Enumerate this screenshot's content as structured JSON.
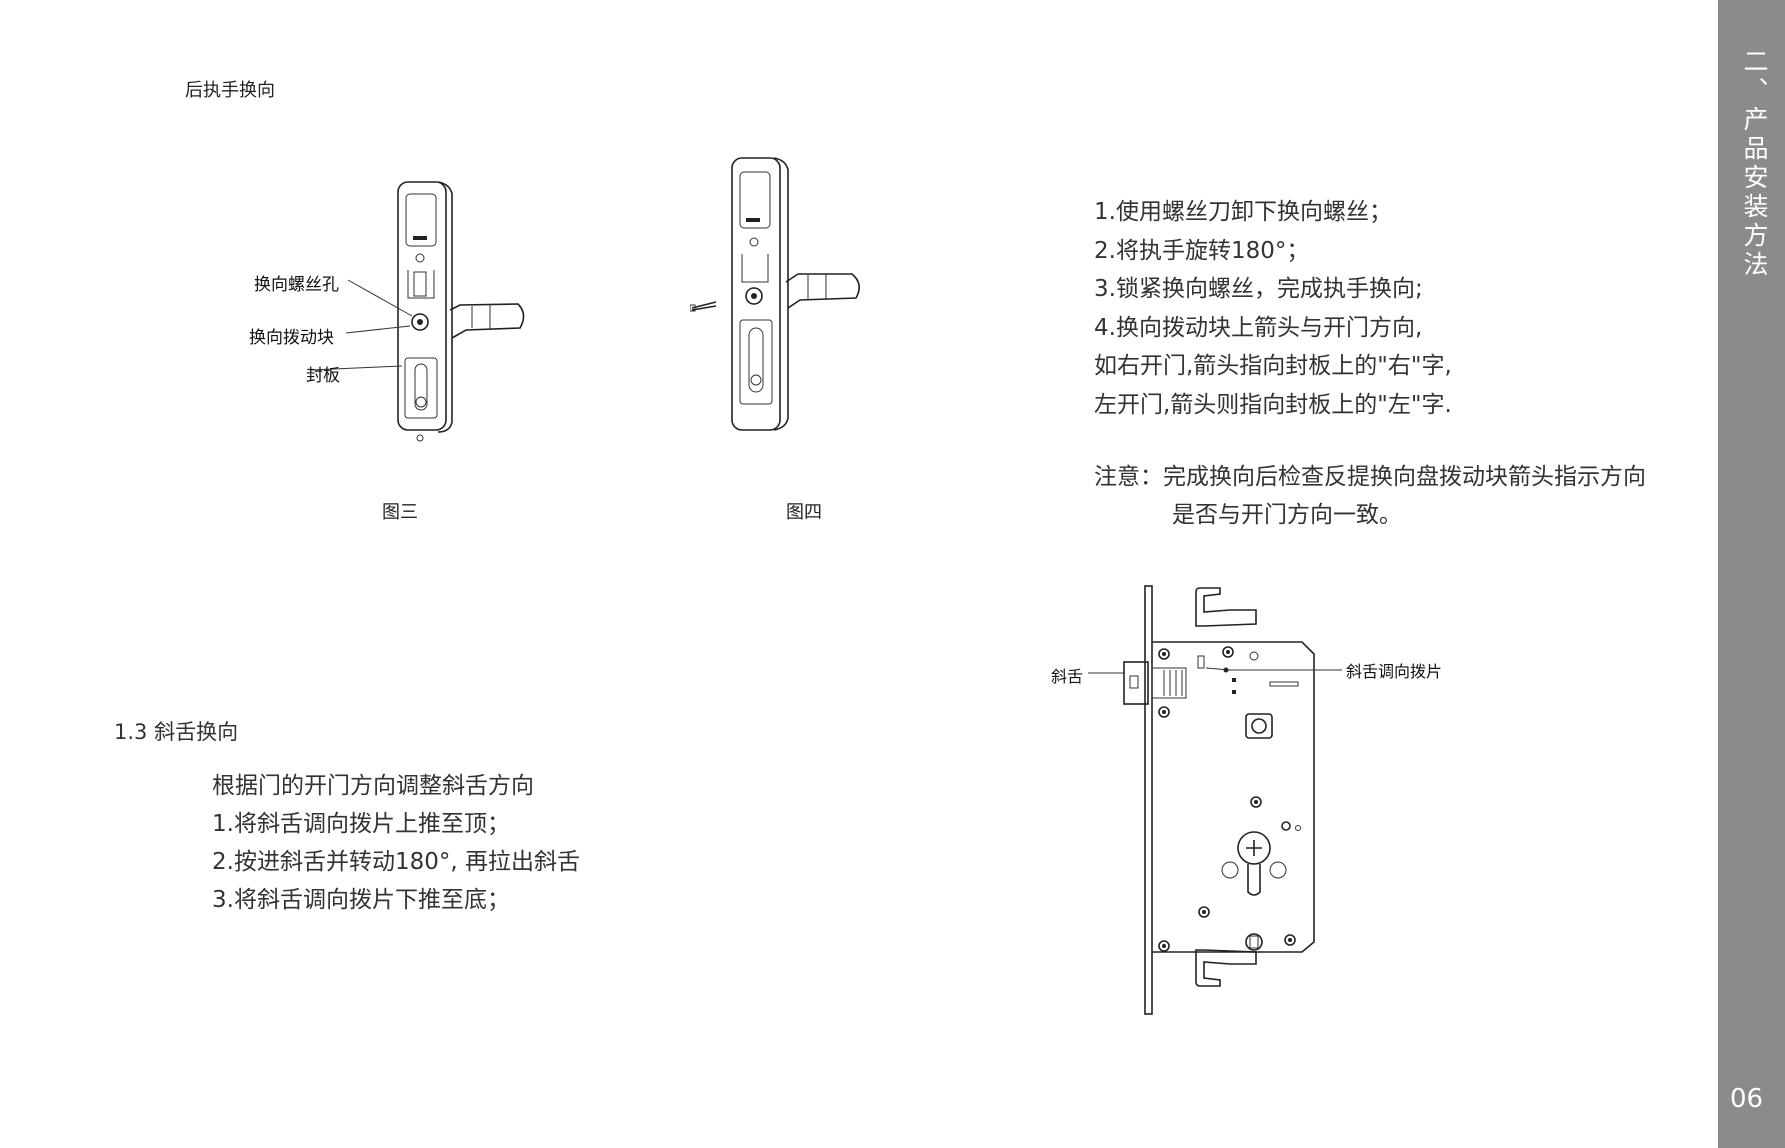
{
  "section_title": "后执手换向",
  "figure3": {
    "caption": "图三",
    "labels": {
      "screw_hole": "换向螺丝孔",
      "toggle_block": "换向拨动块",
      "cover_plate": "封板"
    }
  },
  "figure4": {
    "caption": "图四"
  },
  "handle_steps": [
    "1.使用螺丝刀卸下换向螺丝；",
    "2.将执手旋转180°；",
    "3.锁紧换向螺丝，完成执手换向;",
    "4.换向拨动块上箭头与开门方向,",
    "如右开门,箭头指向封板上的\"右\"字,",
    "左开门,箭头则指向封板上的\"左\"字."
  ],
  "note": {
    "label": "注意：",
    "line1": "完成换向后检查反提换向盘拨动块箭头指示方向",
    "line2": "是否与开门方向一致。"
  },
  "latch_section": {
    "title": "1.3 斜舌换向",
    "steps": [
      "根据门的开门方向调整斜舌方向",
      "1.将斜舌调向拨片上推至顶；",
      "2.按进斜舌并转动180°,  再拉出斜舌",
      "3.将斜舌调向拨片下推至底；"
    ]
  },
  "lock_figure": {
    "labels": {
      "latch": "斜舌",
      "latch_lever": "斜舌调向拨片"
    }
  },
  "sidebar": {
    "title": "二、产品安装方法",
    "page_number": "06",
    "color": "#8a8b8d"
  }
}
